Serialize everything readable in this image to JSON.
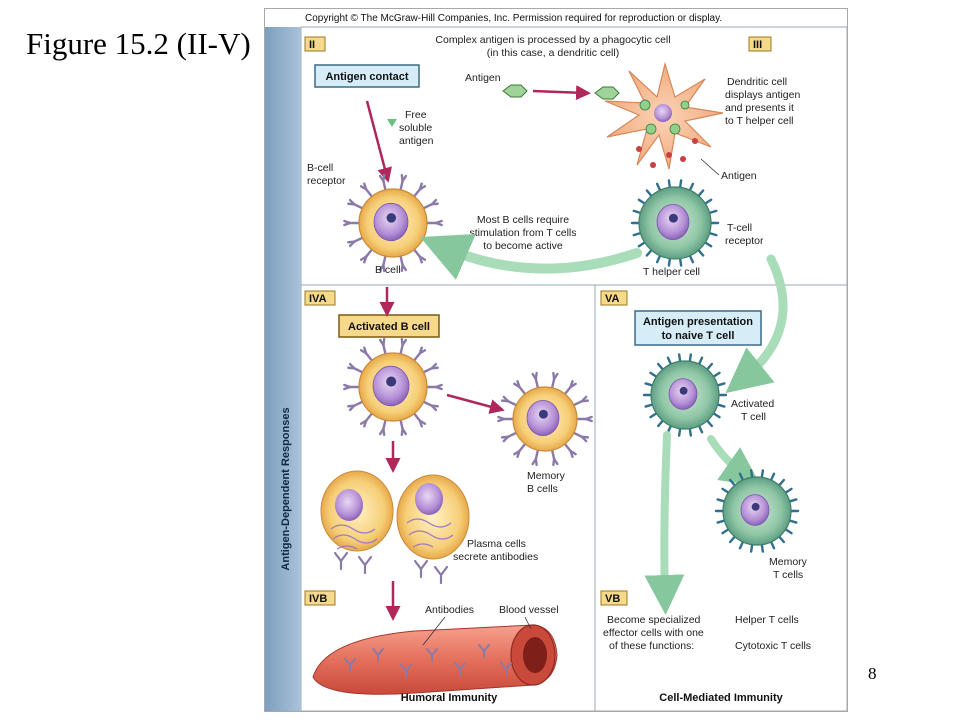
{
  "slide": {
    "title": "Figure 15.2 (II-V)",
    "page_number": "8"
  },
  "figure": {
    "copyright": "Copyright © The McGraw-Hill Companies, Inc. Permission required for reproduction or display.",
    "side_label": "Antigen-Dependent Responses",
    "panels": {
      "II": "II",
      "III": "III",
      "IVA": "IVA",
      "IVB": "IVB",
      "VA": "VA",
      "VB": "VB"
    },
    "top_caption": {
      "line1": "Complex antigen is processed by a phagocytic cell",
      "line2": "(in this case, a dendritic cell)"
    },
    "antigen_contact": "Antigen contact",
    "antigen_label": "Antigen",
    "free_antigen": {
      "line1": "Free",
      "line2": "soluble",
      "line3": "antigen"
    },
    "bcell_receptor": {
      "line1": "B-cell",
      "line2": "receptor"
    },
    "dendritic": {
      "line1": "Dendritic cell",
      "line2": "displays antigen",
      "line3": "and presents it",
      "line4": "to T helper cell"
    },
    "antigen_label2": "Antigen",
    "stimulation": {
      "line1": "Most B cells require",
      "line2": "stimulation from T cells",
      "line3": "to become active"
    },
    "tcell_receptor": {
      "line1": "T-cell",
      "line2": "receptor"
    },
    "b_cell": "B cell",
    "t_helper": "T helper cell",
    "activated_b": "Activated B cell",
    "memory_b": {
      "line1": "Memory",
      "line2": "B cells"
    },
    "plasma": {
      "line1": "Plasma cells",
      "line2": "secrete antibodies"
    },
    "antibodies": "Antibodies",
    "blood_vessel": "Blood vessel",
    "humoral": "Humoral Immunity",
    "antigen_presentation": {
      "line1": "Antigen presentation",
      "line2": "to naive T cell"
    },
    "activated_t": {
      "line1": "Activated",
      "line2": "T cell"
    },
    "memory_t": {
      "line1": "Memory",
      "line2": "T cells"
    },
    "effector": {
      "line1": "Become specialized",
      "line2": "effector cells with one",
      "line3": "of these functions:"
    },
    "helper_t": "Helper T cells",
    "cytotoxic_t": "Cytotoxic T cells",
    "cell_mediated": "Cell-Mediated Immunity"
  }
}
